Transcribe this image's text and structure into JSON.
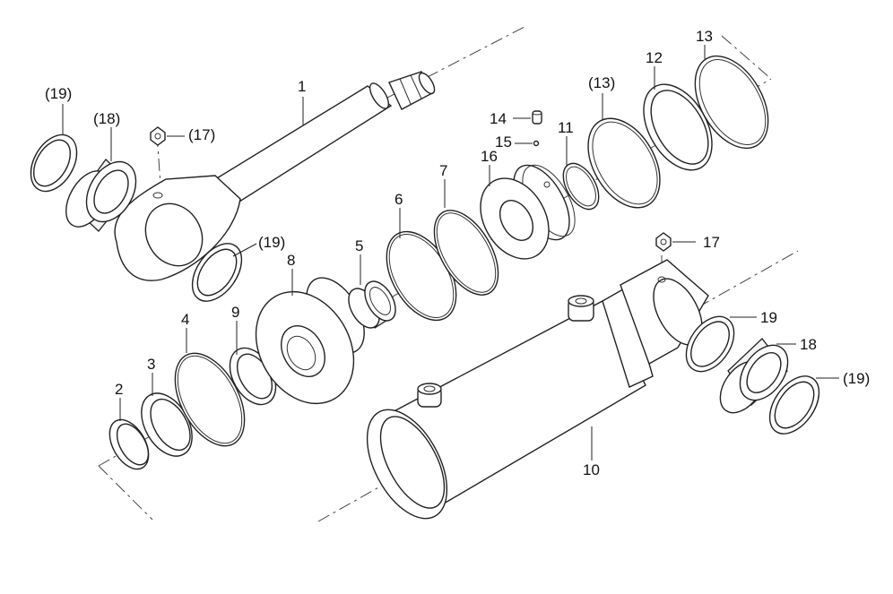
{
  "labels": {
    "p1": "1",
    "p2": "2",
    "p3": "3",
    "p4": "4",
    "p5": "5",
    "p6": "6",
    "p7": "7",
    "p8": "8",
    "p9": "9",
    "p10": "10",
    "p11": "11",
    "p12": "12",
    "p13": "13",
    "p13b": "(13)",
    "p14": "14",
    "p15": "15",
    "p16": "16",
    "p17a": "(17)",
    "p17b": "17",
    "p18a": "(18)",
    "p18b": "18",
    "p19a": "(19)",
    "p19b": "(19)",
    "p19c": "19",
    "p19d": "(19)"
  }
}
